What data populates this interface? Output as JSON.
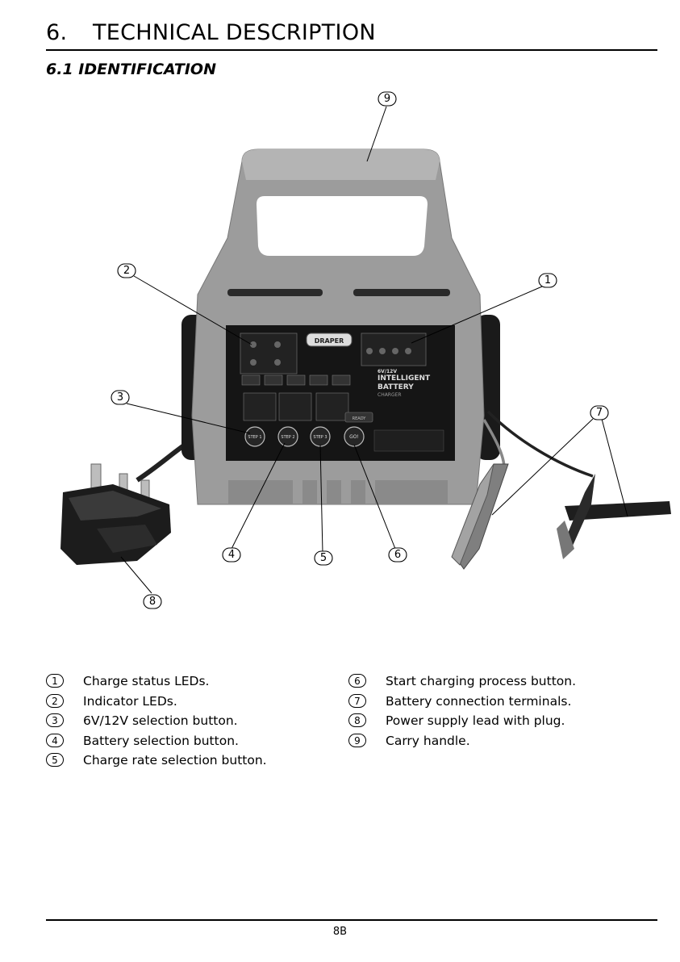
{
  "section": {
    "number": "6.",
    "title": "TECHNICAL DESCRIPTION"
  },
  "subsection": {
    "title": "6.1 IDENTIFICATION"
  },
  "figure": {
    "brand": "DRAPER",
    "product_lines": [
      "6V/12V",
      "INTELLIGENT",
      "BATTERY",
      "CHARGER"
    ],
    "buttons": [
      "STEP 1",
      "STEP 2",
      "STEP 3",
      "GO!"
    ],
    "ready": "READY",
    "callouts": [
      "1",
      "2",
      "3",
      "4",
      "5",
      "6",
      "7",
      "8",
      "9"
    ]
  },
  "legend": [
    {
      "number": "1",
      "text": "Charge status LEDs."
    },
    {
      "number": "2",
      "text": "Indicator LEDs."
    },
    {
      "number": "3",
      "text": "6V/12V selection button."
    },
    {
      "number": "4",
      "text": "Battery selection button."
    },
    {
      "number": "5",
      "text": "Charge rate selection button."
    },
    {
      "number": "6",
      "text": "Start charging process button."
    },
    {
      "number": "7",
      "text": "Battery connection terminals."
    },
    {
      "number": "8",
      "text": "Power supply lead with plug."
    },
    {
      "number": "9",
      "text": "Carry handle."
    }
  ],
  "footer": {
    "page_number": "8B"
  }
}
